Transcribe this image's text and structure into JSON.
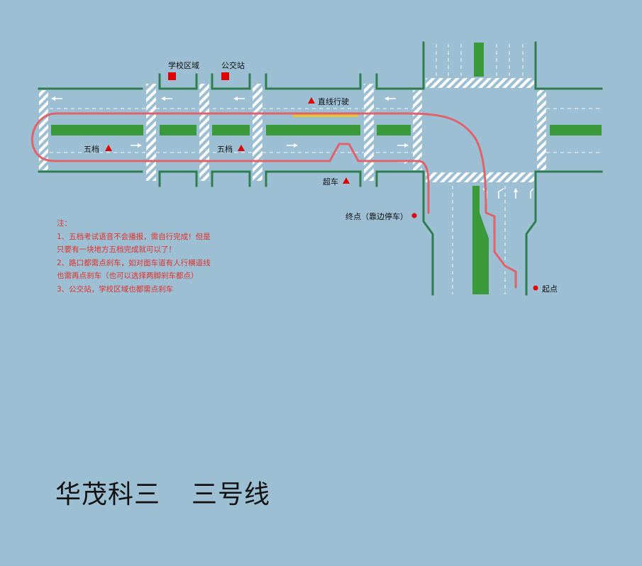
{
  "labels": {
    "school_zone": "学校区域",
    "bus_stop": "公交站",
    "straight_driving": "直线行驶",
    "fifth_gear_1": "五档",
    "fifth_gear_2": "五档",
    "overtake": "超车",
    "end_point": "终点（靠边停车）",
    "start_point": "起点"
  },
  "notes": {
    "heading": "注：",
    "items": [
      "1、五档考试语音不会播报，需自行完成！但是只要有一块地方五档完成就可以了！",
      "2、路口都需点刹车，如对面车道有人行横道线也需再点刹车（也可以选择两脚刹车都点）",
      "3、公交站，学校区域也都需点刹车"
    ]
  },
  "title": {
    "main": "华茂科三",
    "sub": "三号线"
  },
  "colors": {
    "background": "#9dbfd3",
    "curb": "#2e7d4f",
    "median": "#3a9a3a",
    "route": "#e0626a",
    "marker": "#e00000",
    "straight_segment": "#e8c23a",
    "note_text": "#e0312c"
  },
  "icons": {
    "arrow": "lane-arrow-icon",
    "triangle": "triangle-marker-icon",
    "square": "square-marker-icon",
    "dot": "dot-marker-icon"
  }
}
